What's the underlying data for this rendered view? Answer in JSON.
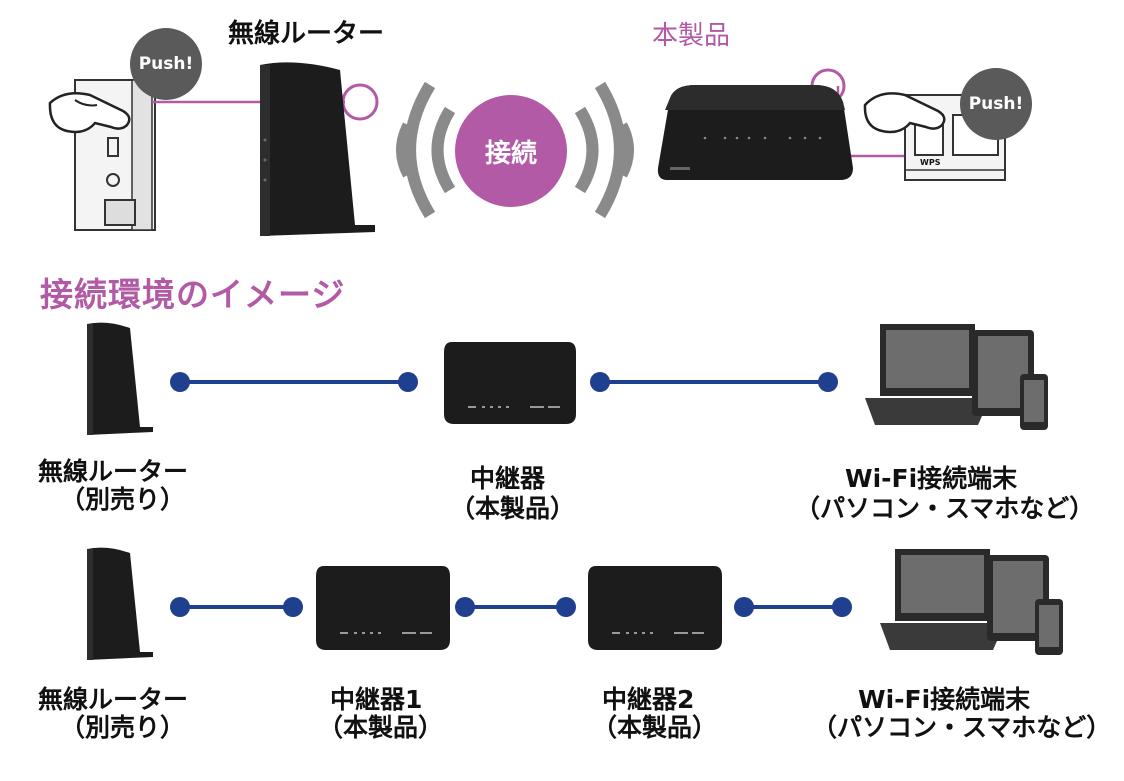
{
  "top": {
    "router_label": "無線ルーター",
    "product_label": "本製品",
    "push_left": "Push!",
    "push_right": "Push!",
    "connect_label": "接続",
    "wps_text": "WPS"
  },
  "section_title": "接続環境のイメージ",
  "diagram1": {
    "router_label": "無線ルーター",
    "router_sub": "（別売り）",
    "repeater_label": "中継器",
    "repeater_sub": "（本製品）",
    "terminal_label": "Wi-Fi接続端末",
    "terminal_sub": "（パソコン・スマホなど）"
  },
  "diagram2": {
    "router_label": "無線ルーター",
    "router_sub": "（別売り）",
    "repeater1_label": "中継器1",
    "repeater1_sub": "（本製品）",
    "repeater2_label": "中継器2",
    "repeater2_sub": "（本製品）",
    "terminal_label": "Wi-Fi接続端末",
    "terminal_sub": "（パソコン・スマホなど）"
  },
  "colors": {
    "accent": "#b35aa6",
    "line": "#1f3f8f",
    "device": "#1c1c1c"
  }
}
